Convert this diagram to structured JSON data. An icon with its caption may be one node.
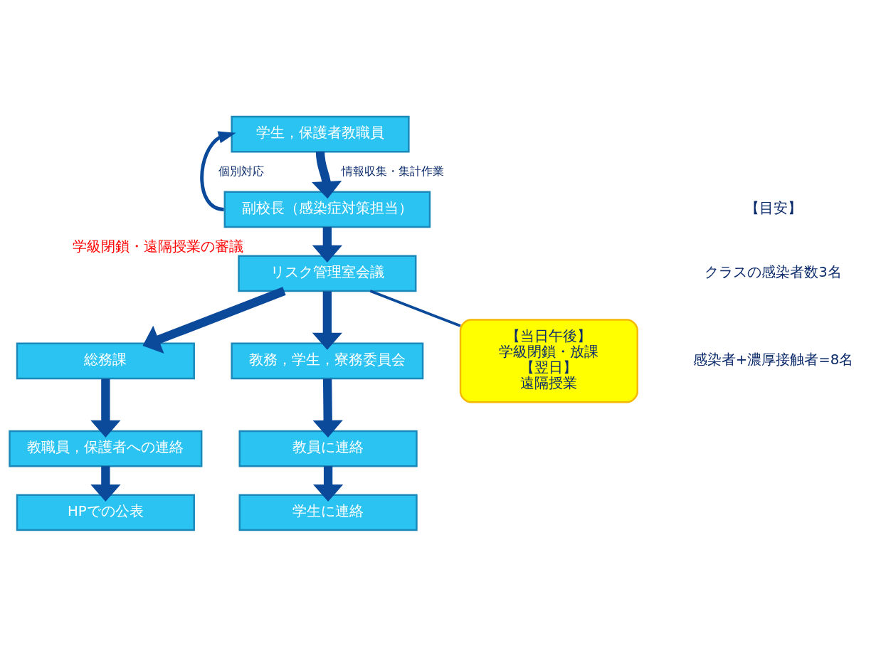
{
  "diagram": {
    "nodes": [
      {
        "text": [
          "学生，保護者教職員"
        ]
      },
      {
        "text": [
          "副校長（感染症対策担当）"
        ]
      },
      {
        "text": [
          "リスク管理室会議"
        ],
        "beside": [
          "学級閉鎖・遠隔授業の審議"
        ]
      },
      {
        "text": [
          "総務課"
        ]
      },
      {
        "text": [
          "教務，学生，寮務委員会"
        ]
      },
      {
        "text": [
          "教職員，保護者への連絡"
        ]
      },
      {
        "text": [
          "教員に連絡"
        ]
      },
      {
        "text": [
          "HPでの公表"
        ]
      },
      {
        "text": [
          "学生に連絡"
        ]
      },
      {
        "text": [
          "【当日午後】",
          "学級閉鎖・放課",
          "【翌日】",
          "遠隔授業"
        ]
      }
    ],
    "edges": [
      {
        "from": 0,
        "to": 1,
        "arrow": "to",
        "label": "情報収集・集計作業"
      },
      {
        "from": 1,
        "to": 0,
        "arrow": "to",
        "label": "個別対応"
      },
      {
        "from": 1,
        "to": 2,
        "arrow": "to"
      },
      {
        "from": 2,
        "to": 3,
        "arrow": "to"
      },
      {
        "from": 2,
        "to": 4,
        "arrow": "to"
      },
      {
        "from": 3,
        "to": 5,
        "arrow": "to"
      },
      {
        "from": 4,
        "to": 6,
        "arrow": "to"
      },
      {
        "from": 5,
        "to": 7,
        "arrow": "to"
      },
      {
        "from": 6,
        "to": 8,
        "arrow": "to"
      },
      {
        "from": 9,
        "to": 2,
        "arrow": "none"
      }
    ],
    "labels": [
      "【目安】",
      "クラスの感染者数3名",
      "感染者+濃厚接触者=8名"
    ]
  }
}
